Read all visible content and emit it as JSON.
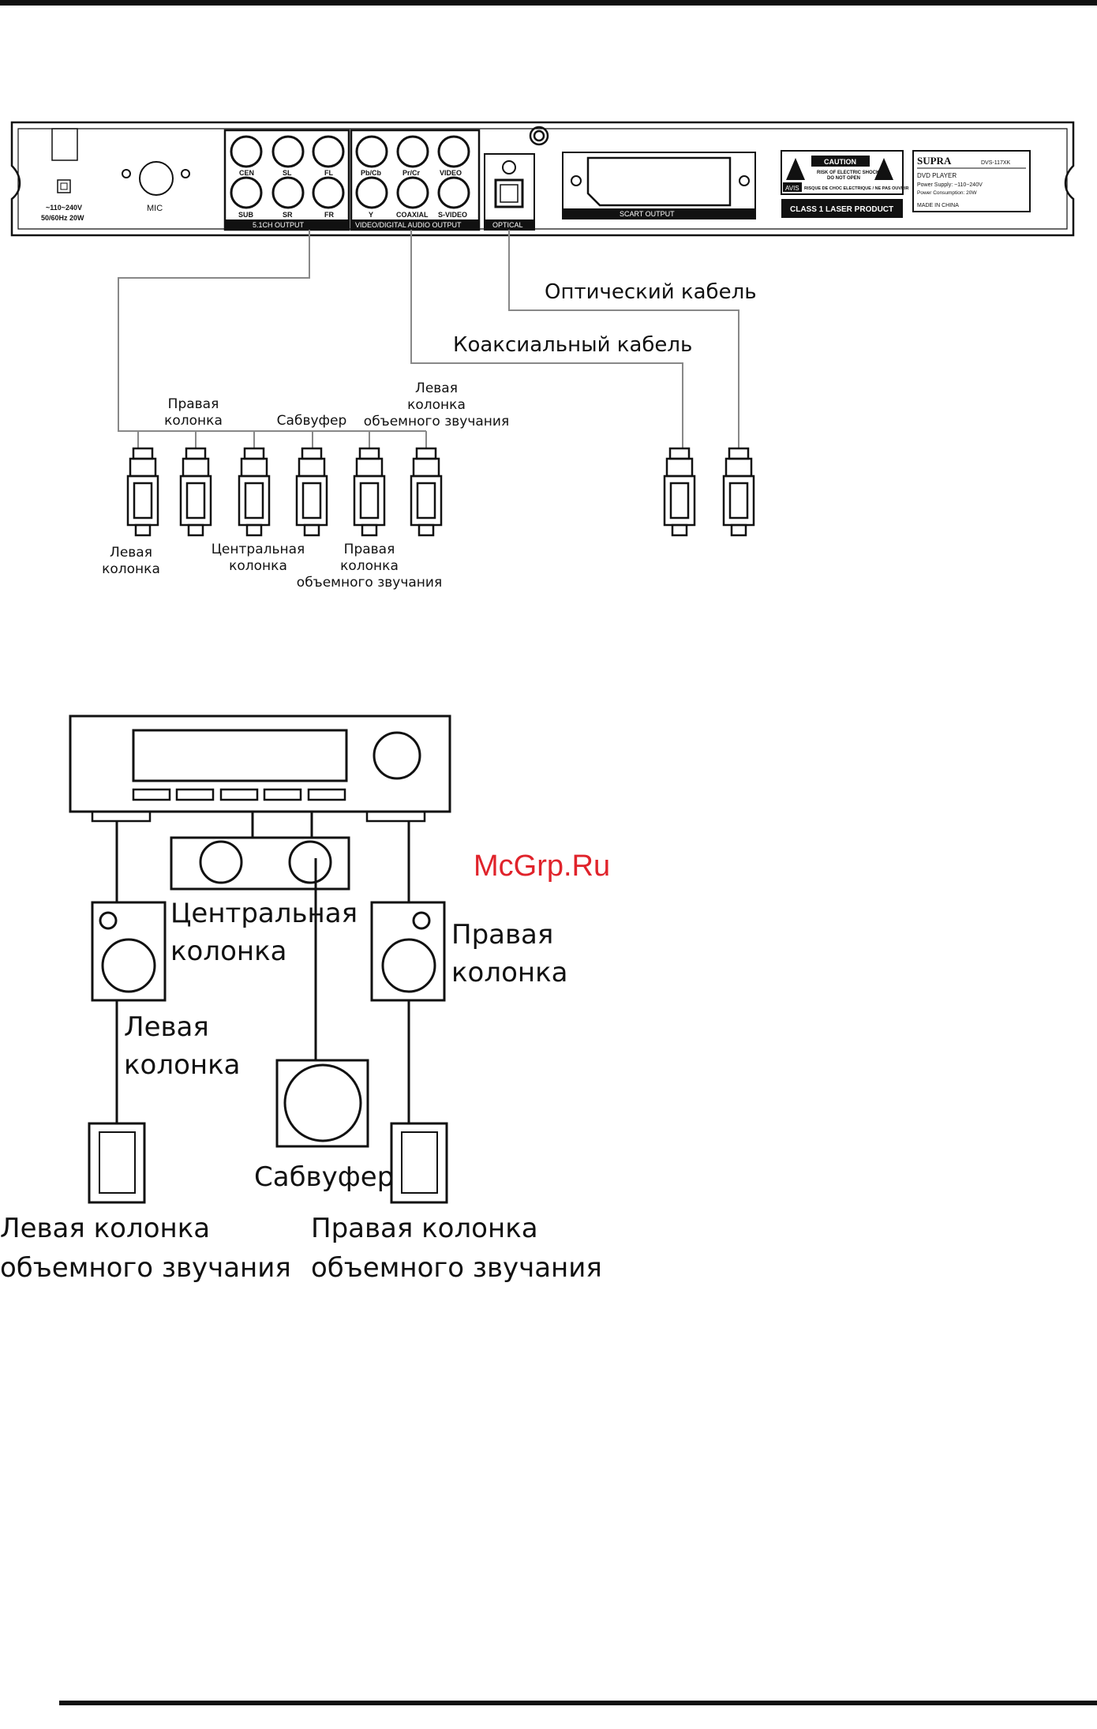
{
  "colors": {
    "line": "#111111",
    "cable": "#888888",
    "watermark": "#e0232b"
  },
  "panel": {
    "power_spec_1": "~110~240V",
    "power_spec_2": "50/60Hz 20W",
    "mic_label": "MIC",
    "jacks_51": [
      "CEN",
      "SL",
      "FL",
      "SUB",
      "SR",
      "FR"
    ],
    "jacks_video": [
      "Pb/Cb",
      "Pr/Cr",
      "VIDEO",
      "Y",
      "COAXIAL",
      "S-VIDEO"
    ],
    "group_51_label": "5.1CH OUTPUT",
    "group_video_label": "VIDEO/DIGITAL AUDIO OUTPUT",
    "optical_label": "OPTICAL",
    "scart_label": "SCART    OUTPUT",
    "caution_title": "CAUTION",
    "caution_text_1": "RISK OF ELECTRIC SHOCK",
    "caution_text_2": "DO NOT OPEN",
    "avis_label": "AVIS",
    "avis_text": "RISQUE DE CHOC ELECTRIQUE / NE PAS OUVRIR",
    "laser_label": "CLASS 1 LASER PRODUCT",
    "brand": "SUPRA",
    "model": "DVS-117XK",
    "rating_1": "DVD PLAYER",
    "rating_2": "Power Supply: ~110~240V",
    "rating_3": "Power Consumption: 20W",
    "made_in": "MADE IN CHINA"
  },
  "cables": {
    "optical": "Оптический кабель",
    "coaxial": "Коаксиальный кабель"
  },
  "plug_labels": {
    "right_speaker": "Правая\nколонка",
    "subwoofer": "Сабвуфер",
    "left_surround": "Левая\nколонка\nобъемного звучания",
    "left_speaker": "Левая\nколонка",
    "center": "Центральная\nколонка",
    "right_surround": "Правая\nколонка\nобъемного звучания"
  },
  "layout_labels": {
    "center": "Центральная\nколонка",
    "right_speaker": "Правая\nколонка",
    "left_speaker": "Левая\nколонка",
    "subwoofer": "Сабвуфер",
    "left_surround": "Левая колонка\nобъемного звучания",
    "right_surround": "Правая колонка\nобъемного звучания"
  },
  "watermark": "McGrp.Ru"
}
